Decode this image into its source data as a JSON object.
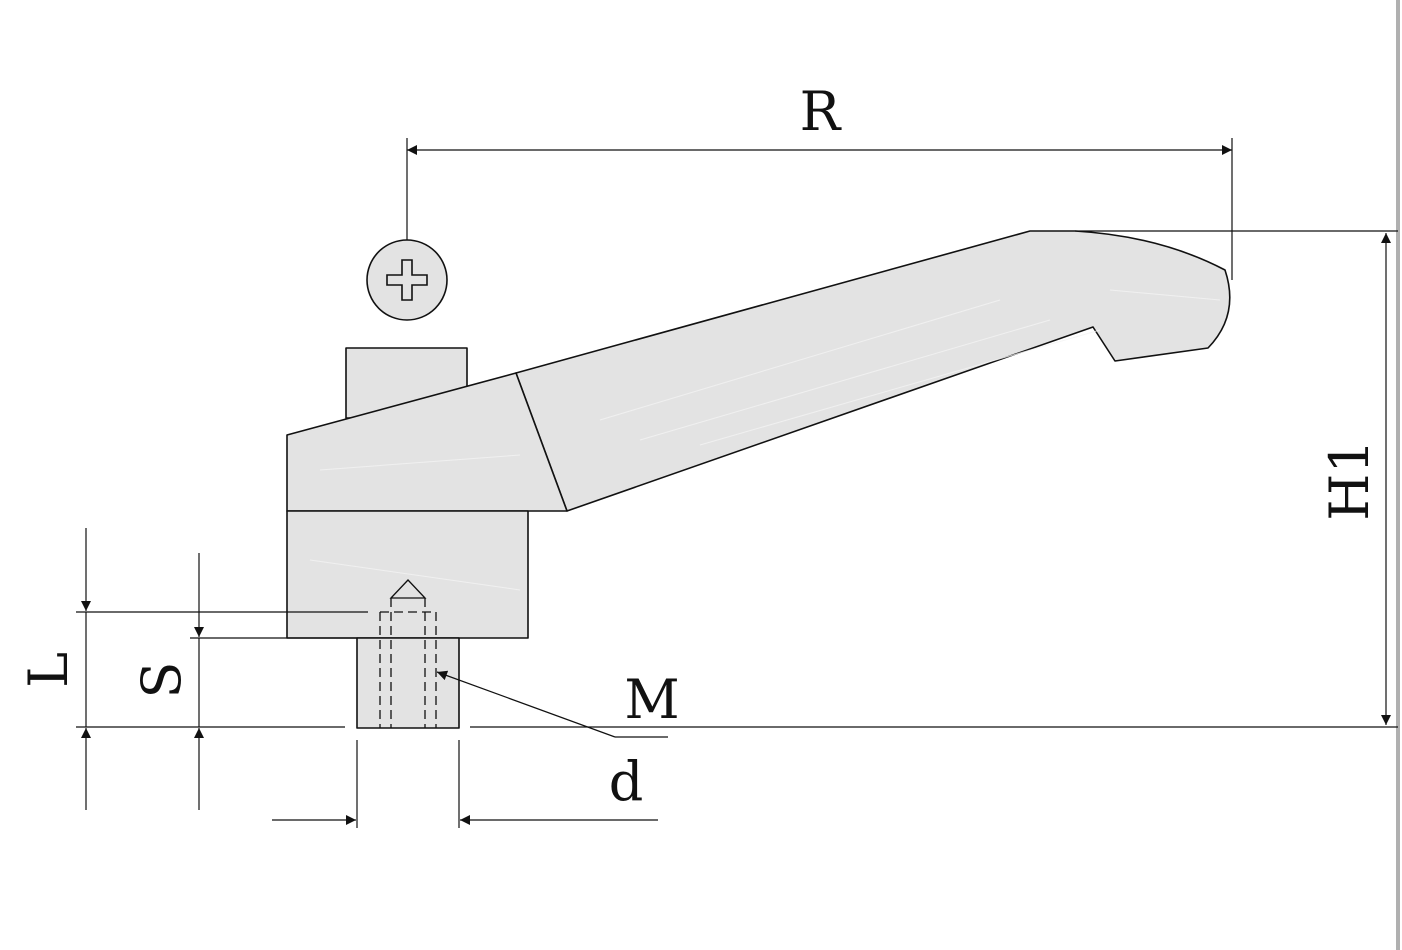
{
  "dimensions": {
    "R": "R",
    "H1": "H1",
    "L": "L",
    "S": "S",
    "M": "M",
    "d": "d"
  },
  "colors": {
    "fill": "#e3e3e3",
    "stroke": "#111111",
    "background": "#ffffff",
    "border": "#b0b0b0"
  },
  "icons": {
    "top_view_symbol": "phillips-cross-icon"
  }
}
